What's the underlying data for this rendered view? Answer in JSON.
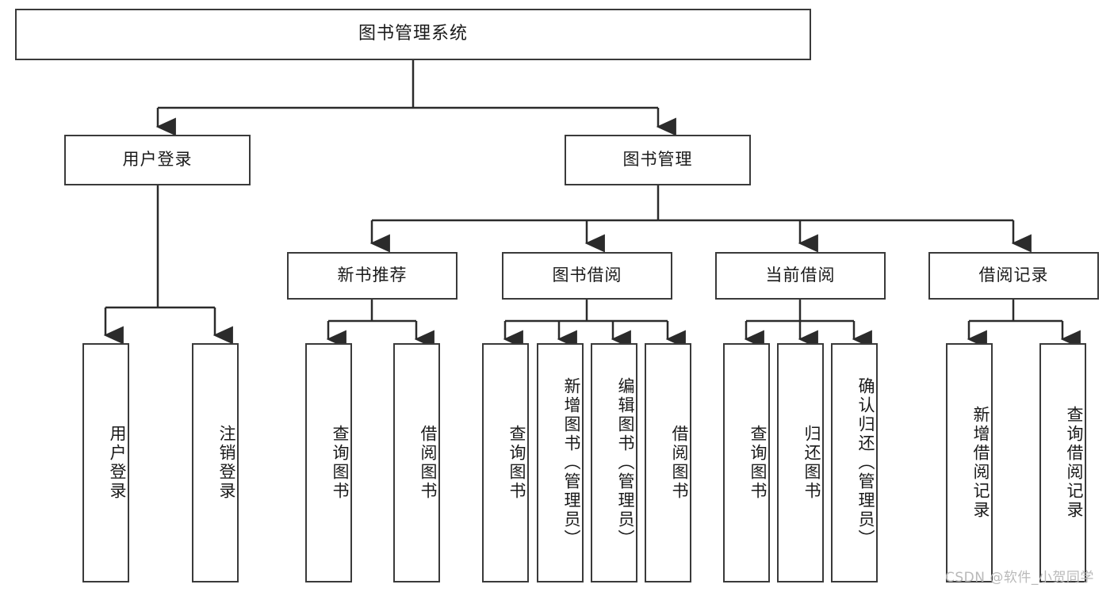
{
  "diagram": {
    "type": "tree",
    "title": "图书管理系统",
    "watermark": "CSDN @软件_小贺同学",
    "colors": {
      "box_border": "#3a3a3a",
      "box_fill": "#ffffff",
      "edge": "#2b2b2b",
      "text": "#1a1a1a",
      "watermark": "#b9b9b9",
      "background": "#ffffff"
    },
    "nodes": {
      "root": {
        "label": "图书管理系统"
      },
      "level2": [
        {
          "id": "user-login",
          "label": "用户登录"
        },
        {
          "id": "book-manage",
          "label": "图书管理"
        }
      ],
      "level3": [
        {
          "id": "new-book-rec",
          "label": "新书推荐"
        },
        {
          "id": "book-borrow",
          "label": "图书借阅"
        },
        {
          "id": "current-borrow",
          "label": "当前借阅"
        },
        {
          "id": "borrow-record",
          "label": "借阅记录"
        }
      ],
      "leaves": {
        "user_login": [
          {
            "id": "leaf-user-login",
            "label": "用户登录"
          },
          {
            "id": "leaf-logout",
            "label": "注销登录"
          }
        ],
        "new_book_rec": [
          {
            "id": "leaf-query-book-1",
            "label": "查询图书"
          },
          {
            "id": "leaf-borrow-book-1",
            "label": "借阅图书"
          }
        ],
        "book_borrow": [
          {
            "id": "leaf-query-book-2",
            "label": "查询图书"
          },
          {
            "id": "leaf-add-book",
            "label": "新增图书（管理员）"
          },
          {
            "id": "leaf-edit-book",
            "label": "编辑图书（管理员）"
          },
          {
            "id": "leaf-borrow-book-2",
            "label": "借阅图书"
          }
        ],
        "current_borrow": [
          {
            "id": "leaf-query-book-3",
            "label": "查询图书"
          },
          {
            "id": "leaf-return-book",
            "label": "归还图书"
          },
          {
            "id": "leaf-confirm-return",
            "label": "确认归还（管理员）"
          }
        ],
        "borrow_record": [
          {
            "id": "leaf-add-record",
            "label": "新增借阅记录"
          },
          {
            "id": "leaf-query-record",
            "label": "查询借阅记录"
          }
        ]
      }
    }
  }
}
